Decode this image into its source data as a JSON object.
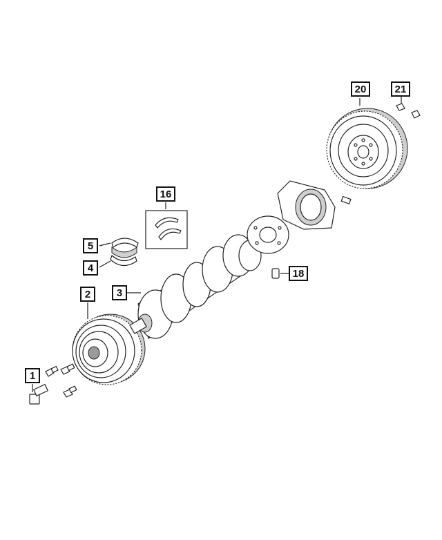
{
  "diagram": {
    "callouts": [
      {
        "id": "1",
        "label": "1"
      },
      {
        "id": "2",
        "label": "2"
      },
      {
        "id": "3",
        "label": "3"
      },
      {
        "id": "4",
        "label": "4"
      },
      {
        "id": "5",
        "label": "5"
      },
      {
        "id": "16",
        "label": "16"
      },
      {
        "id": "18",
        "label": "18"
      },
      {
        "id": "20",
        "label": "20"
      },
      {
        "id": "21",
        "label": "21"
      }
    ]
  }
}
